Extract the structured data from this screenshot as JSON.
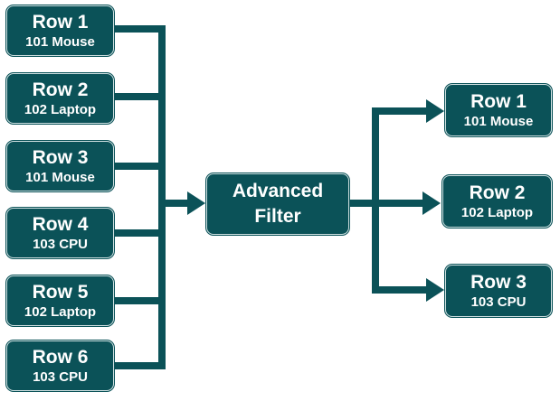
{
  "inputs": [
    {
      "title": "Row 1",
      "subtitle": "101 Mouse"
    },
    {
      "title": "Row 2",
      "subtitle": "102 Laptop"
    },
    {
      "title": "Row 3",
      "subtitle": "101 Mouse"
    },
    {
      "title": "Row 4",
      "subtitle": "103 CPU"
    },
    {
      "title": "Row 5",
      "subtitle": "102 Laptop"
    },
    {
      "title": "Row 6",
      "subtitle": "103 CPU"
    }
  ],
  "center": {
    "line1": "Advanced",
    "line2": "Filter"
  },
  "outputs": [
    {
      "title": "Row 1",
      "subtitle": "101 Mouse"
    },
    {
      "title": "Row 2",
      "subtitle": "102 Laptop"
    },
    {
      "title": "Row 3",
      "subtitle": "103 CPU"
    }
  ],
  "colors": {
    "box": "#0b5258",
    "connector": "#0b5258"
  }
}
